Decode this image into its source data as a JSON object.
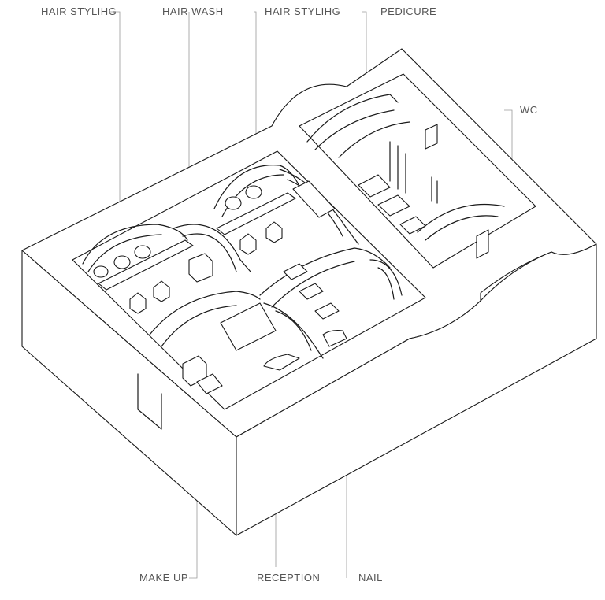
{
  "labels": {
    "hair_styling_left": "HAIR STYLIHG",
    "hair_wash": "HAIR WASH",
    "hair_styling_right": "HAIR STYLIHG",
    "pedicure": "PEDICURE",
    "wc": "WC",
    "make_up": "MAKE UP",
    "reception": "RECEPTION",
    "nail": "NAIL"
  }
}
